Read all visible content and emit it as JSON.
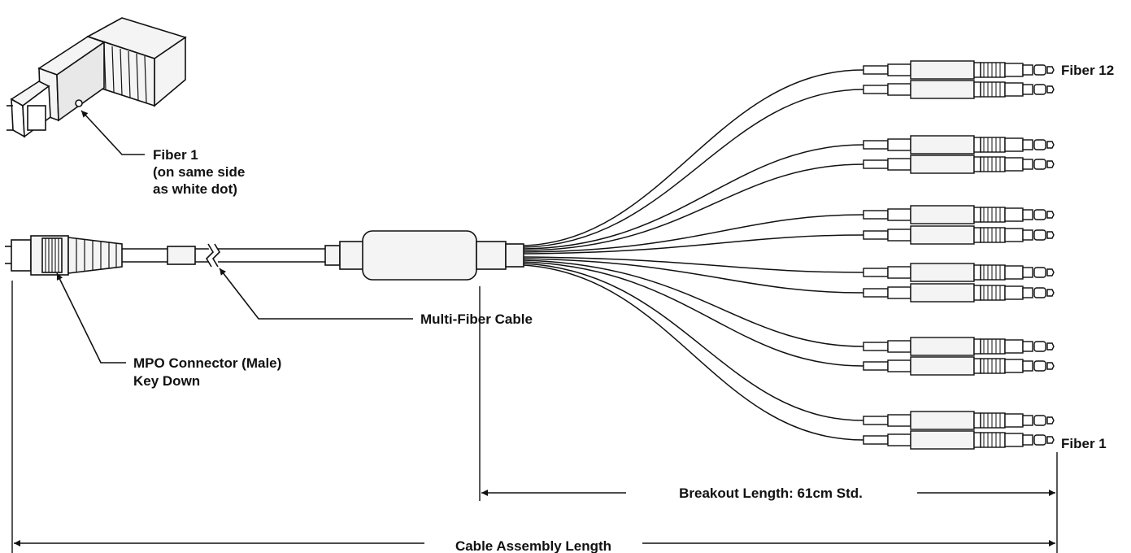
{
  "labels": {
    "fiber_1_top": "Fiber 1",
    "fiber_1_top_note_1": "(on same side",
    "fiber_1_top_note_2": "as white dot)",
    "mpo_connector_1": "MPO Connector (Male)",
    "mpo_connector_2": "Key Down",
    "multi_fiber_cable": "Multi-Fiber Cable",
    "fiber_12": "Fiber 12",
    "fiber_1_bottom": "Fiber 1",
    "breakout_length": "Breakout Length: 61cm Std.",
    "cable_assembly_length": "Cable Assembly Length"
  },
  "colors": {
    "line": "#111111",
    "background": "#ffffff",
    "connector_body": "#f4f4f4"
  }
}
